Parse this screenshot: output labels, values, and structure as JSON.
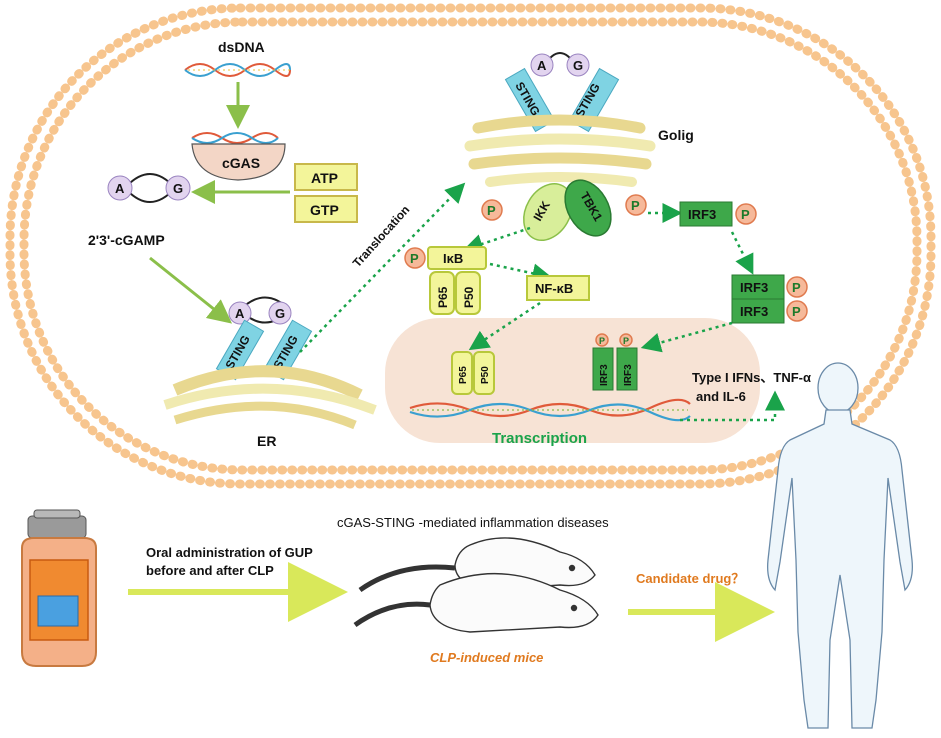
{
  "cell": {
    "dsdna_label": "dsDNA",
    "cgas_label": "cGAS",
    "atp_label": "ATP",
    "gtp_label": "GTP",
    "cgamp_label": "2'3'-cGAMP",
    "a_label": "A",
    "g_label": "G",
    "sting_label": "STING",
    "er_label": "ER",
    "golgi_label": "Golig",
    "translocation_label": "Translocation",
    "ikk_label": "IKK",
    "tbk1_label": "TBK1",
    "p_label": "P",
    "irf3_label": "IRF3",
    "ikb_label": "IκB",
    "p65_label": "P65",
    "p50_label": "P50",
    "nfkb_label": "NF-κB",
    "transcription_label": "Transcription",
    "cytokines_line1": "Type I IFNs、TNF-α",
    "cytokines_line2": "and IL-6"
  },
  "bottom": {
    "disease_title": "cGAS-STING -mediated inflammation diseases",
    "oral_line1": "Oral administration of GUP",
    "oral_line2": "before and after CLP",
    "mice_label": "CLP-induced mice",
    "candidate_label": "Candidate drug？"
  },
  "colors": {
    "membrane": "#f7c58e",
    "sting": "#7fd3e3",
    "green_arrow": "#8bbf4a",
    "dotted_arrow": "#1aa34a",
    "irf3": "#3ea84a",
    "yellow_box": "#f3f59a",
    "orange_text": "#e07a1f"
  }
}
